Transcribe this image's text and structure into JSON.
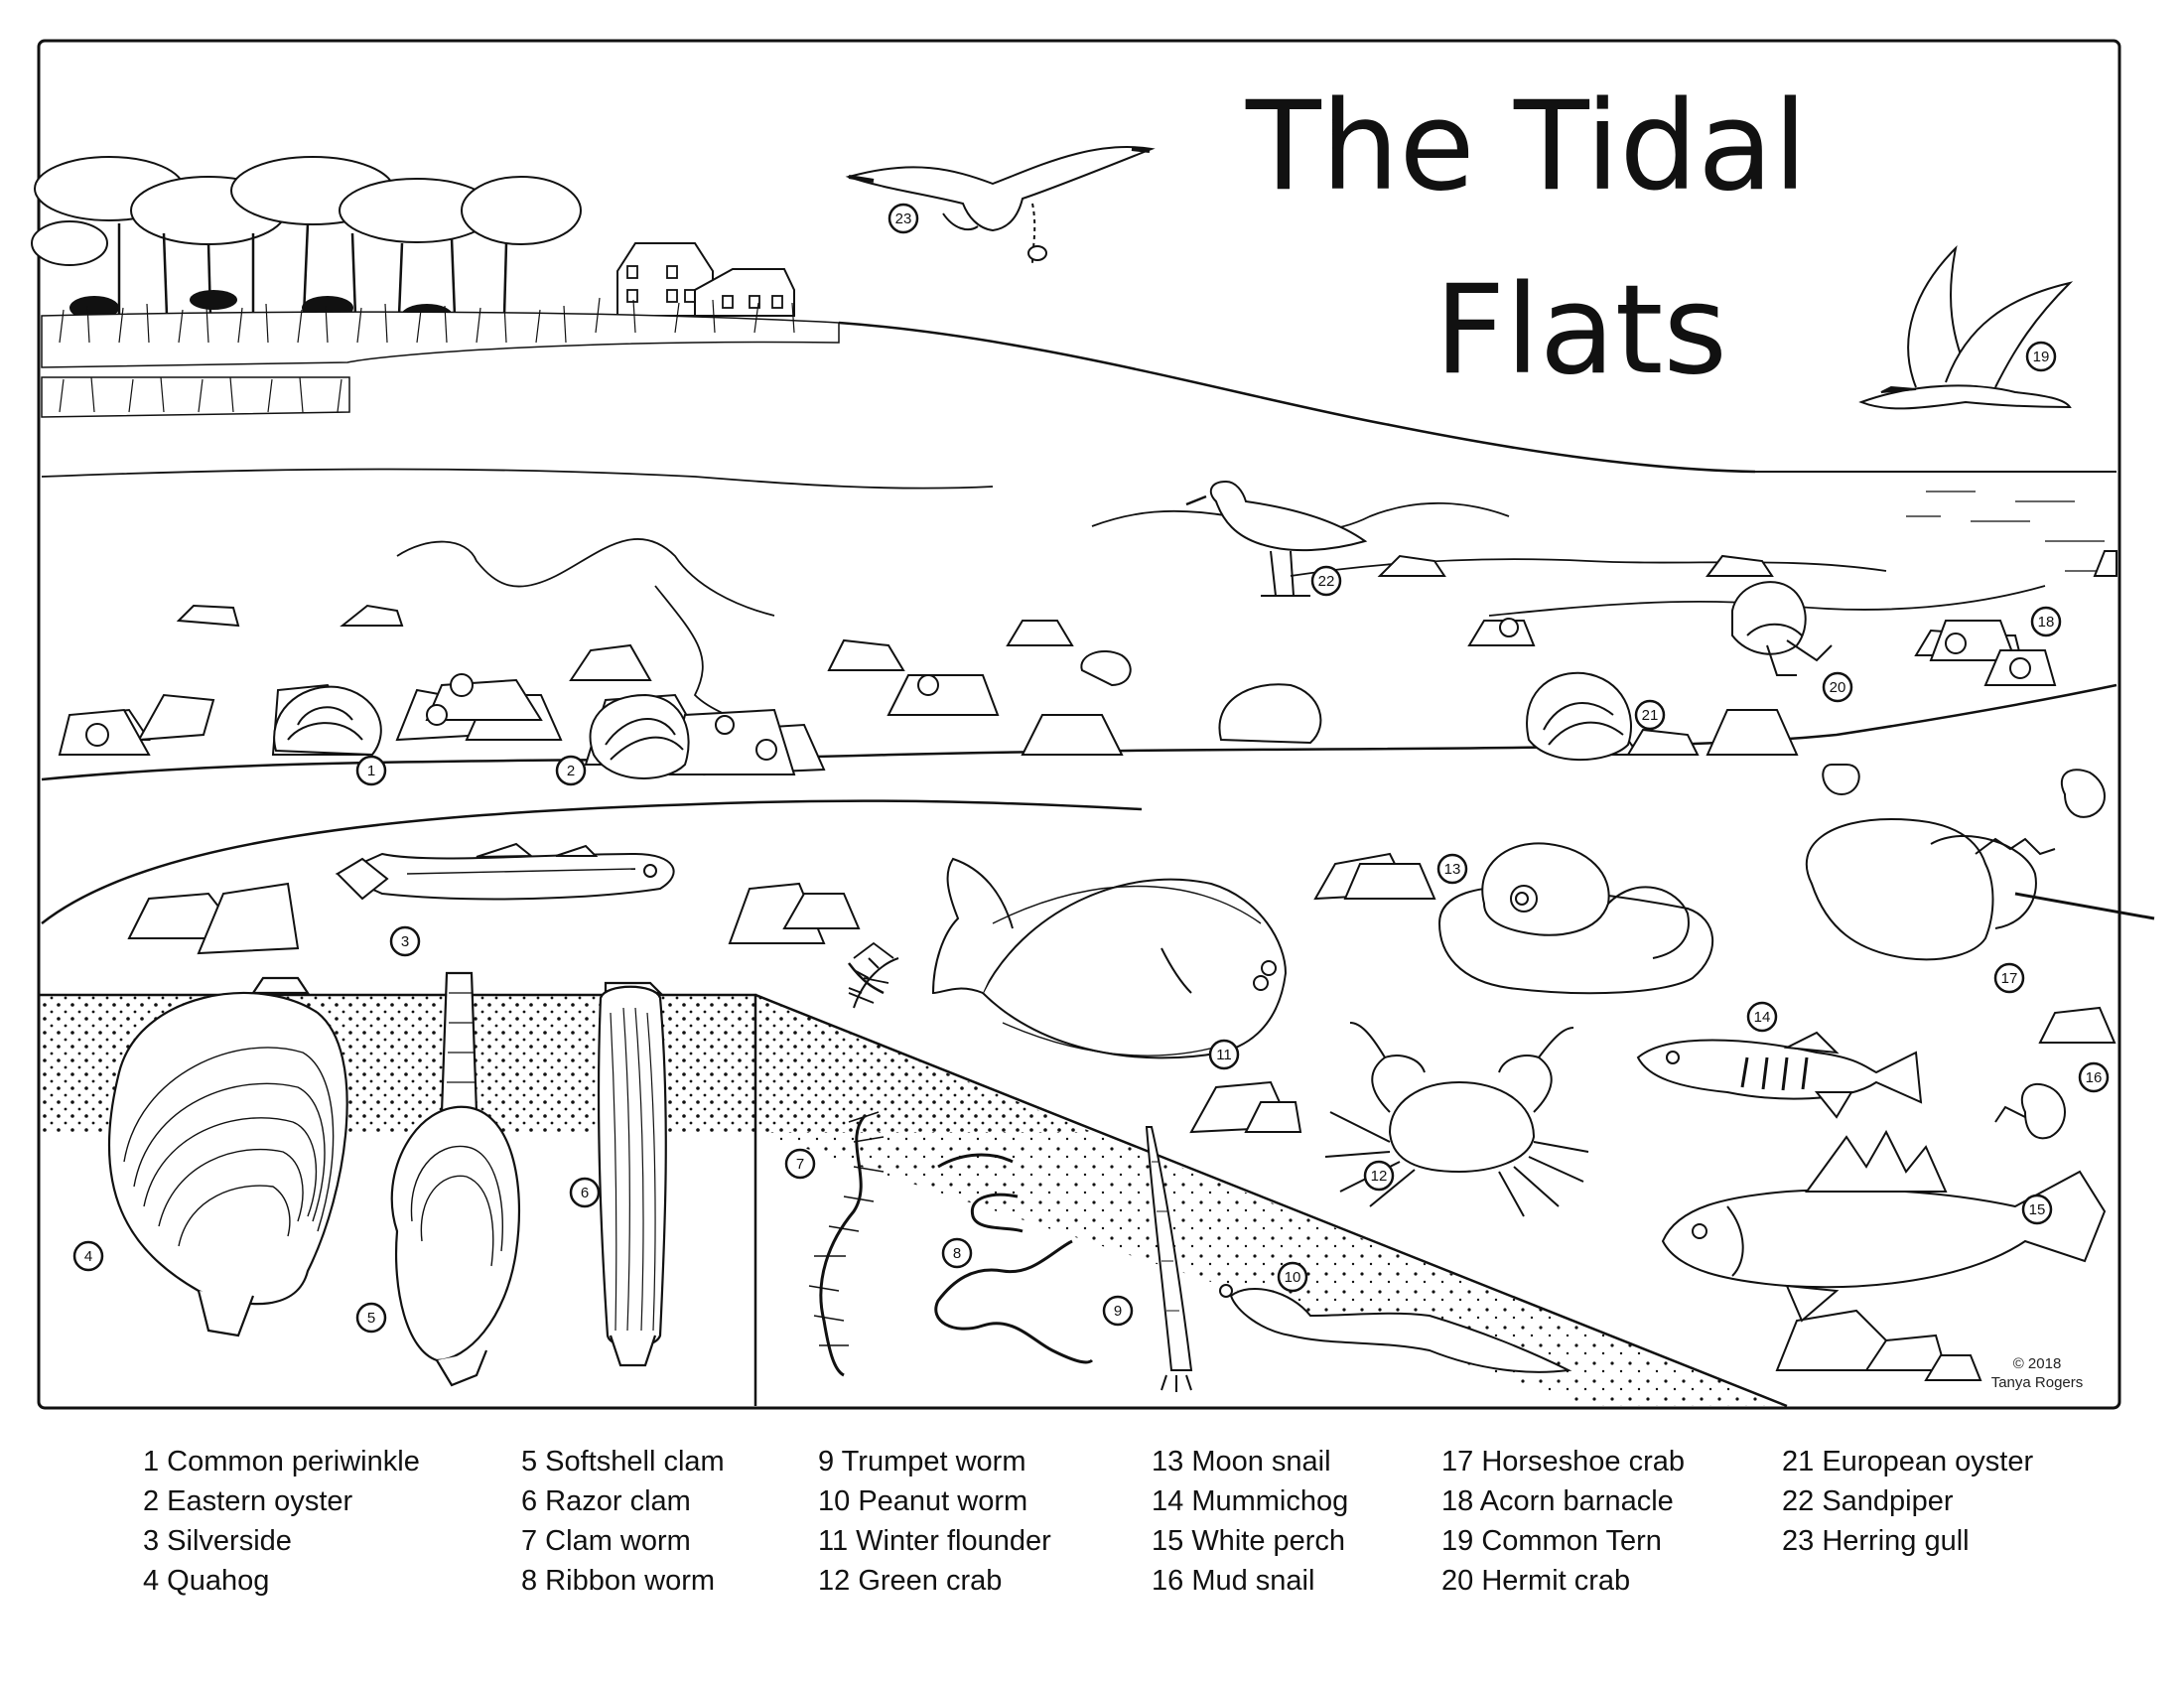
{
  "title": {
    "line1": "The Tidal",
    "line2": "Flats"
  },
  "credit": {
    "year_line": "© 2018",
    "author": "Tanya Rogers"
  },
  "legend": {
    "columns": [
      [
        "1 Common periwinkle",
        "2 Eastern oyster",
        "3 Silverside",
        "4 Quahog"
      ],
      [
        "5 Softshell clam",
        "6 Razor clam",
        "7 Clam worm",
        "8 Ribbon worm"
      ],
      [
        "9 Trumpet worm",
        "10 Peanut worm",
        "11 Winter flounder",
        "12 Green crab"
      ],
      [
        "13 Moon snail",
        "14 Mummichog",
        "15 White perch",
        "16 Mud snail"
      ],
      [
        "17 Horseshoe crab",
        "18 Acorn barnacle",
        "19 Common Tern",
        "20 Hermit crab"
      ],
      [
        "21 European oyster",
        "22 Sandpiper",
        "23 Herring gull"
      ]
    ]
  },
  "markers": [
    "1",
    "2",
    "3",
    "4",
    "5",
    "6",
    "7",
    "8",
    "9",
    "10",
    "11",
    "12",
    "13",
    "14",
    "15",
    "16",
    "17",
    "18",
    "19",
    "20",
    "21",
    "22",
    "23"
  ]
}
